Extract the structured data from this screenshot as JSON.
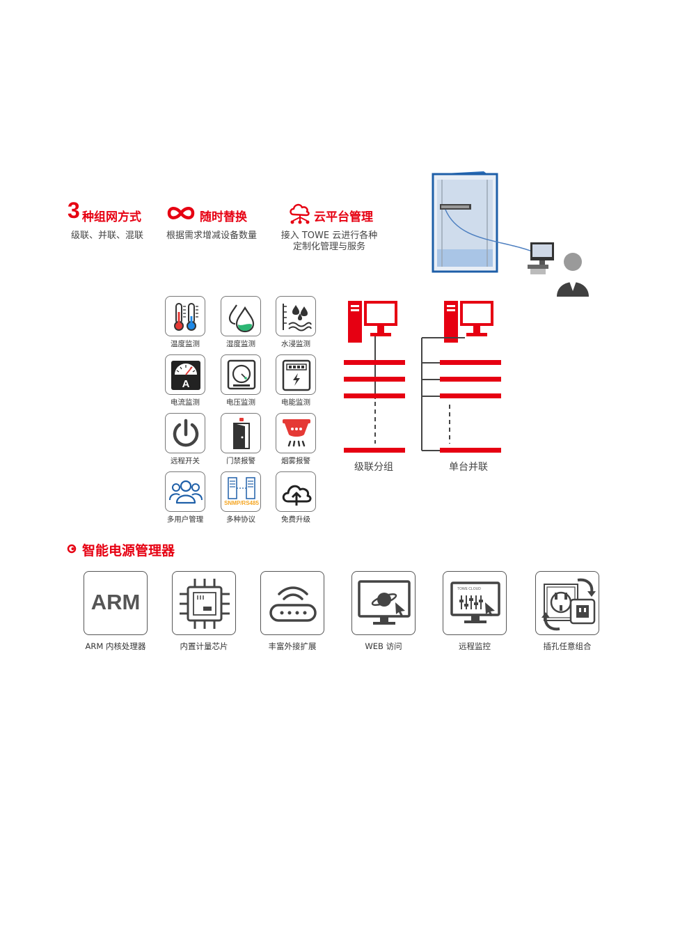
{
  "features": {
    "networking": {
      "number": "3",
      "title": "种组网方式",
      "desc": "级联、并联、混联"
    },
    "replace": {
      "title": "随时替换",
      "desc": "根据需求增减设备数量"
    },
    "cloud": {
      "title": "云平台管理",
      "desc_line1": "接入 TOWE 云进行各种",
      "desc_line2": "定制化管理与服务"
    }
  },
  "monitor_icons": [
    {
      "label": "温度监测",
      "icon": "thermometer-icon"
    },
    {
      "label": "湿度监测",
      "icon": "humidity-icon"
    },
    {
      "label": "水浸监测",
      "icon": "water-leak-icon"
    },
    {
      "label": "电流监测",
      "icon": "ammeter-icon"
    },
    {
      "label": "电压监测",
      "icon": "voltmeter-icon"
    },
    {
      "label": "电能监测",
      "icon": "energy-meter-icon"
    },
    {
      "label": "远程开关",
      "icon": "power-icon"
    },
    {
      "label": "门禁报警",
      "icon": "door-alarm-icon"
    },
    {
      "label": "烟雾报警",
      "icon": "smoke-detector-icon"
    },
    {
      "label": "多用户管理",
      "icon": "users-icon"
    },
    {
      "label": "多种协议",
      "icon": "protocol-icon",
      "badge": "SNMP/RS485"
    },
    {
      "label": "免费升级",
      "icon": "cloud-upload-icon"
    }
  ],
  "diagram": {
    "cascade_label": "级联分组",
    "parallel_label": "单台并联"
  },
  "section": {
    "title": "智能电源管理器"
  },
  "features_row": [
    {
      "label": "ARM 内核处理器",
      "icon": "arm-chip-icon",
      "text": "ARM"
    },
    {
      "label": "内置计量芯片",
      "icon": "metering-chip-icon"
    },
    {
      "label": "丰富外接扩展",
      "icon": "router-icon"
    },
    {
      "label": "WEB 访问",
      "icon": "web-monitor-icon"
    },
    {
      "label": "远程监控",
      "icon": "remote-monitor-icon",
      "screen_text": "TOWE CLOUD"
    },
    {
      "label": "插孔任意组合",
      "icon": "socket-combo-icon"
    }
  ],
  "colors": {
    "accent": "#e60012",
    "gray": "#555555",
    "rack_blue": "#1e5fa8"
  }
}
